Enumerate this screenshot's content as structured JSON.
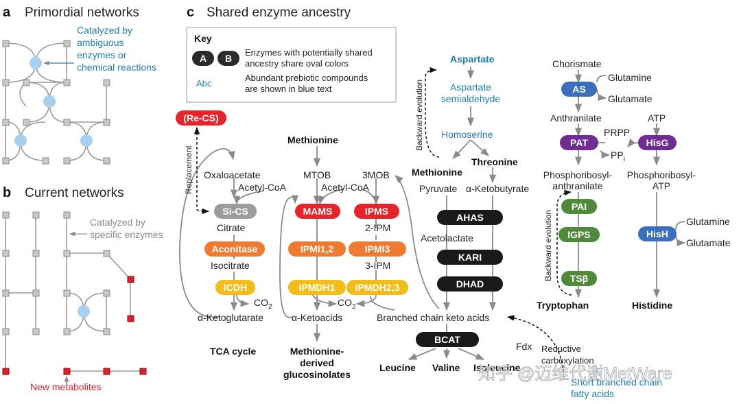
{
  "panel_a": {
    "letter": "a",
    "title": "Primordial networks",
    "annotation": [
      "Catalyzed by",
      "ambiguous",
      "enzymes or",
      "chemical reactions"
    ]
  },
  "panel_b": {
    "letter": "b",
    "title": "Current networks",
    "annotation": [
      "Catalyzed by",
      "specific enzymes"
    ],
    "new_metabolites": "New metabolites"
  },
  "panel_c": {
    "letter": "c",
    "title": "Shared enzyme ancestry",
    "key": {
      "title": "Key",
      "badge_a": "A",
      "badge_b": "B",
      "enzymes_text": [
        "Enzymes with potentially shared",
        "ancestry share oval colors"
      ],
      "abc": "Abc",
      "abc_text": [
        "Abundant prebiotic compounds",
        "are shown in blue text"
      ]
    },
    "enzymes": {
      "re_cs": "(Re-CS)",
      "si_cs": "Si-CS",
      "aconitase": "Aconitase",
      "icdh": "ICDH",
      "mams": "MAMS",
      "ipmi12": "IPMI1,2",
      "ipmdh1": "IPMDH1",
      "ipms": "IPMS",
      "ipmi3": "IPMI3",
      "ipmdh23": "IPMDH2,3",
      "ahas": "AHAS",
      "kari": "KARI",
      "dhad": "DHAD",
      "bcat": "BCAT",
      "as": "AS",
      "pat": "PAT",
      "hisg": "HisG",
      "pai": "PAI",
      "igps": "IGPS",
      "tsb": "TSβ",
      "hish": "HisH"
    },
    "metabolites": {
      "oxaloacetate": "Oxaloacetate",
      "acetyl_coa_1": "Acetyl-CoA",
      "citrate": "Citrate",
      "isocitrate": "Isocitrate",
      "co2_1": "CO",
      "co2_1_sub": "2",
      "a_ketoglutarate": "α-Ketoglutarate",
      "tca_cycle": "TCA cycle",
      "methionine_top": "Methionine",
      "mtob": "MTOB",
      "threemob": "3MOB",
      "acetyl_coa_2": "Acetyl-CoA",
      "two_ipm": "2-IPM",
      "three_ipm": "3-IPM",
      "co2_2": "CO",
      "co2_2_sub": "2",
      "a_ketoacids": "α-Ketoacids",
      "methionine_glucosinolates": [
        "Methionine-",
        "derived",
        "glucosinolates"
      ],
      "aspartate": "Aspartate",
      "aspartate_semialdehyde": [
        "Aspartate",
        "semialdehyde"
      ],
      "homoserine": "Homoserine",
      "methionine_mid": "Methionine",
      "threonine": "Threonine",
      "pyruvate": "Pyruvate",
      "a_ketobutyrate": "α-Ketobutyrate",
      "acetolactate": "Acetolactate",
      "branched_chain_keto_acids": "Branched chain keto acids",
      "leucine": "Leucine",
      "valine": "Valine",
      "isoleucine": "Isoleucine",
      "fdx": "Fdx",
      "reductive_carboxylation": [
        "Reductive",
        "carboxylation"
      ],
      "short_branched_fatty_acids": [
        "Short branched chain",
        "fatty acids"
      ],
      "chorismate": "Chorismate",
      "glutamine_1": "Glutamine",
      "glutamate_1": "Glutamate",
      "anthranilate": "Anthranilate",
      "prpp": "PRPP",
      "ppi": "PP",
      "ppi_sub": "i",
      "atp": "ATP",
      "phosphoribosyl_anthranilate": [
        "Phosphoribosyl-",
        "anthranilate"
      ],
      "phosphoribosyl_atp": [
        "Phosphoribosyl-",
        "ATP"
      ],
      "glutamine_2": "Glutamine",
      "glutamate_2": "Glutamate",
      "tryptophan": "Tryptophan",
      "histidine": "Histidine"
    },
    "labels": {
      "replacement": "Replacement",
      "backward_evolution_1": "Backward evolution",
      "backward_evolution_2": "Backward evolution"
    }
  },
  "watermark": "知乎 @迈维代谢MetWare",
  "colors": {
    "red": "#e8232a",
    "gray": "#9c9c9c",
    "orange": "#ee7b30",
    "yellow": "#f2bd1a",
    "black": "#1a1a1a",
    "blue_enzyme": "#3a6fbf",
    "purple": "#6f2c91",
    "green": "#4f8a3a",
    "prebiotic_blue": "#1b7fb5",
    "node_blue": "#a9cfee"
  }
}
